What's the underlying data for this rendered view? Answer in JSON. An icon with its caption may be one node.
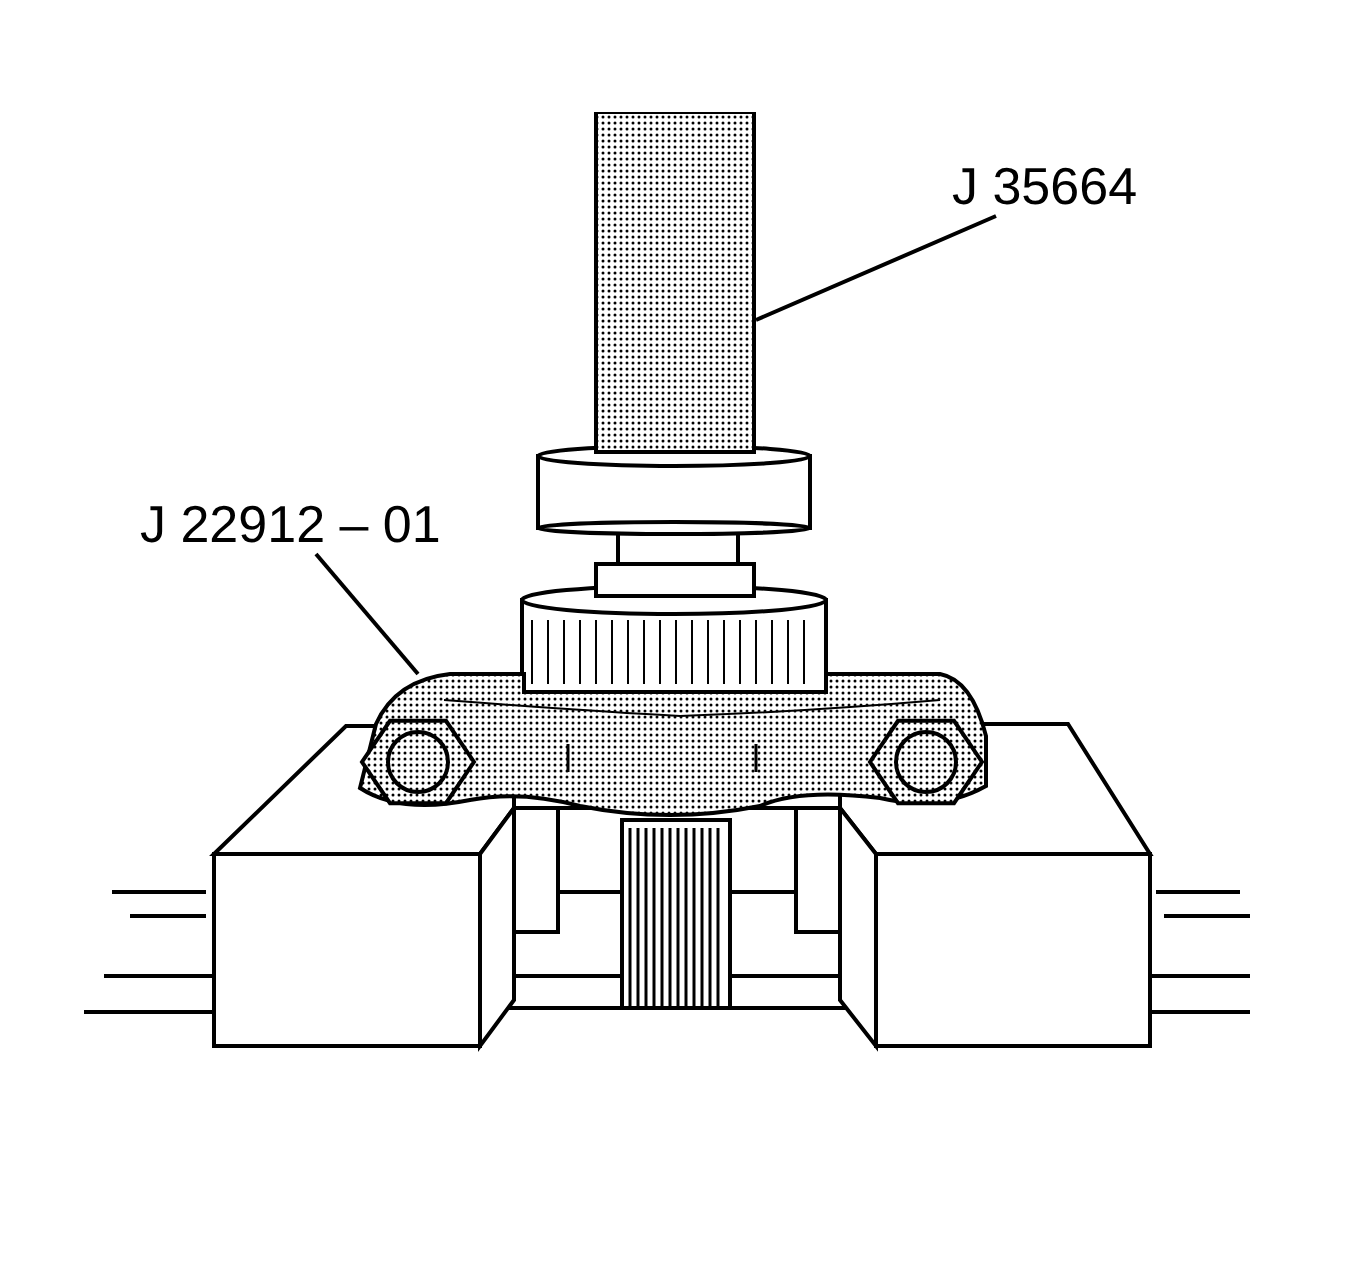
{
  "diagram": {
    "nodes": [
      {
        "text": [
          "J 35664"
        ]
      },
      {
        "text": [],
        "shape": "cylinder"
      },
      {
        "text": [
          "J 22912 – 01"
        ]
      },
      {
        "text": [],
        "shape": "bar"
      }
    ],
    "edges": [
      {
        "from": 0,
        "to": 1,
        "arrow": "none"
      },
      {
        "from": 2,
        "to": 3,
        "arrow": "none"
      }
    ]
  }
}
